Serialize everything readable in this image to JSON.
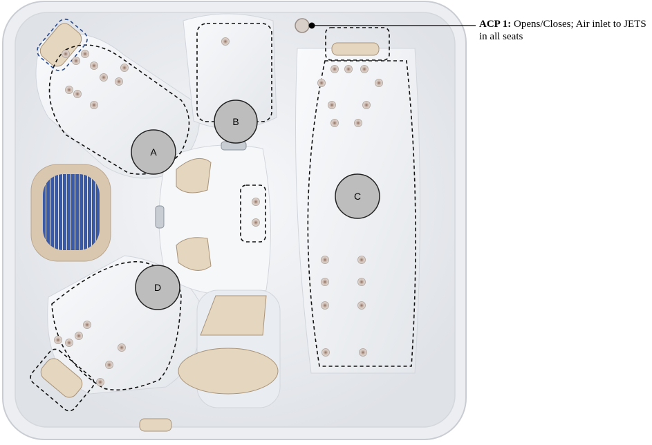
{
  "diagram": {
    "zones": [
      {
        "id": "A",
        "label": "A"
      },
      {
        "id": "B",
        "label": "B"
      },
      {
        "id": "C",
        "label": "C"
      },
      {
        "id": "D",
        "label": "D"
      }
    ],
    "callout": {
      "title": "ACP 1:",
      "description": "Opens/Closes; Air inlet to JETS in all seats"
    },
    "colors": {
      "zone_marker_fill": "#bdbdbd",
      "dashed_outline": "#111111",
      "pillow_outline": "#2a4a8a",
      "pillow_fill": "#e4d6bf",
      "shell": "#f0f2f5",
      "rim": "#e6e8ec",
      "filter_blue": "#3a5aa8"
    }
  }
}
